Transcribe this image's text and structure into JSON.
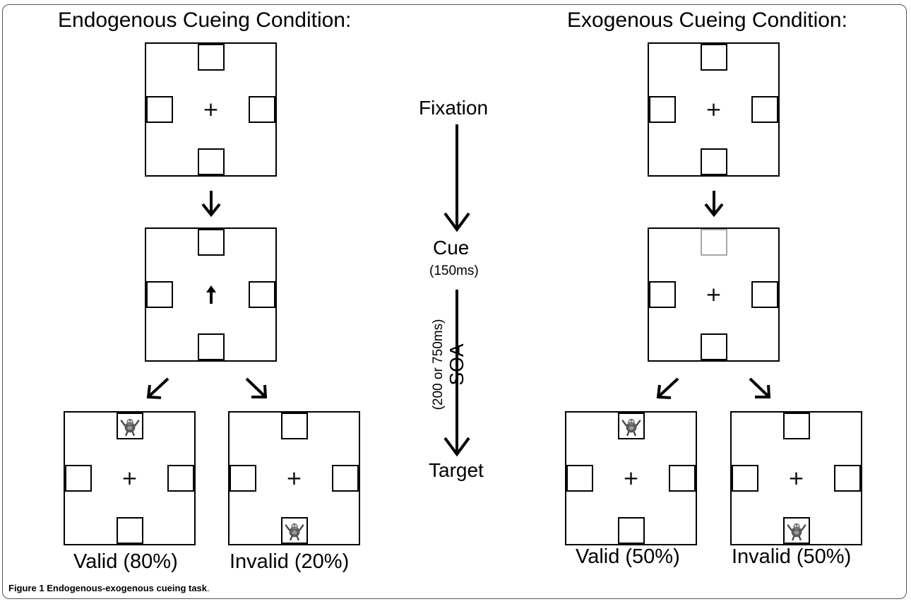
{
  "headers": {
    "endogenous": "Endogenous Cueing Condition:",
    "exogenous": "Exogenous Cueing Condition:"
  },
  "timeline": {
    "fixation": "Fixation",
    "cue": "Cue",
    "cue_duration": "(150ms)",
    "soa": "SOA",
    "soa_timing": "(200 or 750ms)",
    "target": "Target"
  },
  "endogenous": {
    "valid_label": "Valid (80%)",
    "invalid_label": "Invalid (20%)"
  },
  "exogenous": {
    "valid_label": "Valid (50%)",
    "invalid_label": "Invalid (50%)"
  },
  "caption": {
    "label": "Figure 1",
    "text": "Endogenous-exogenous cueing task"
  },
  "colors": {
    "frame": "#555555",
    "stroke": "#000000",
    "exogenous_cue_box": "#a8a8a8"
  },
  "icons": {
    "fixation": "plus-cross",
    "endogenous_cue": "up-arrow",
    "target": "cartoon-figure"
  }
}
